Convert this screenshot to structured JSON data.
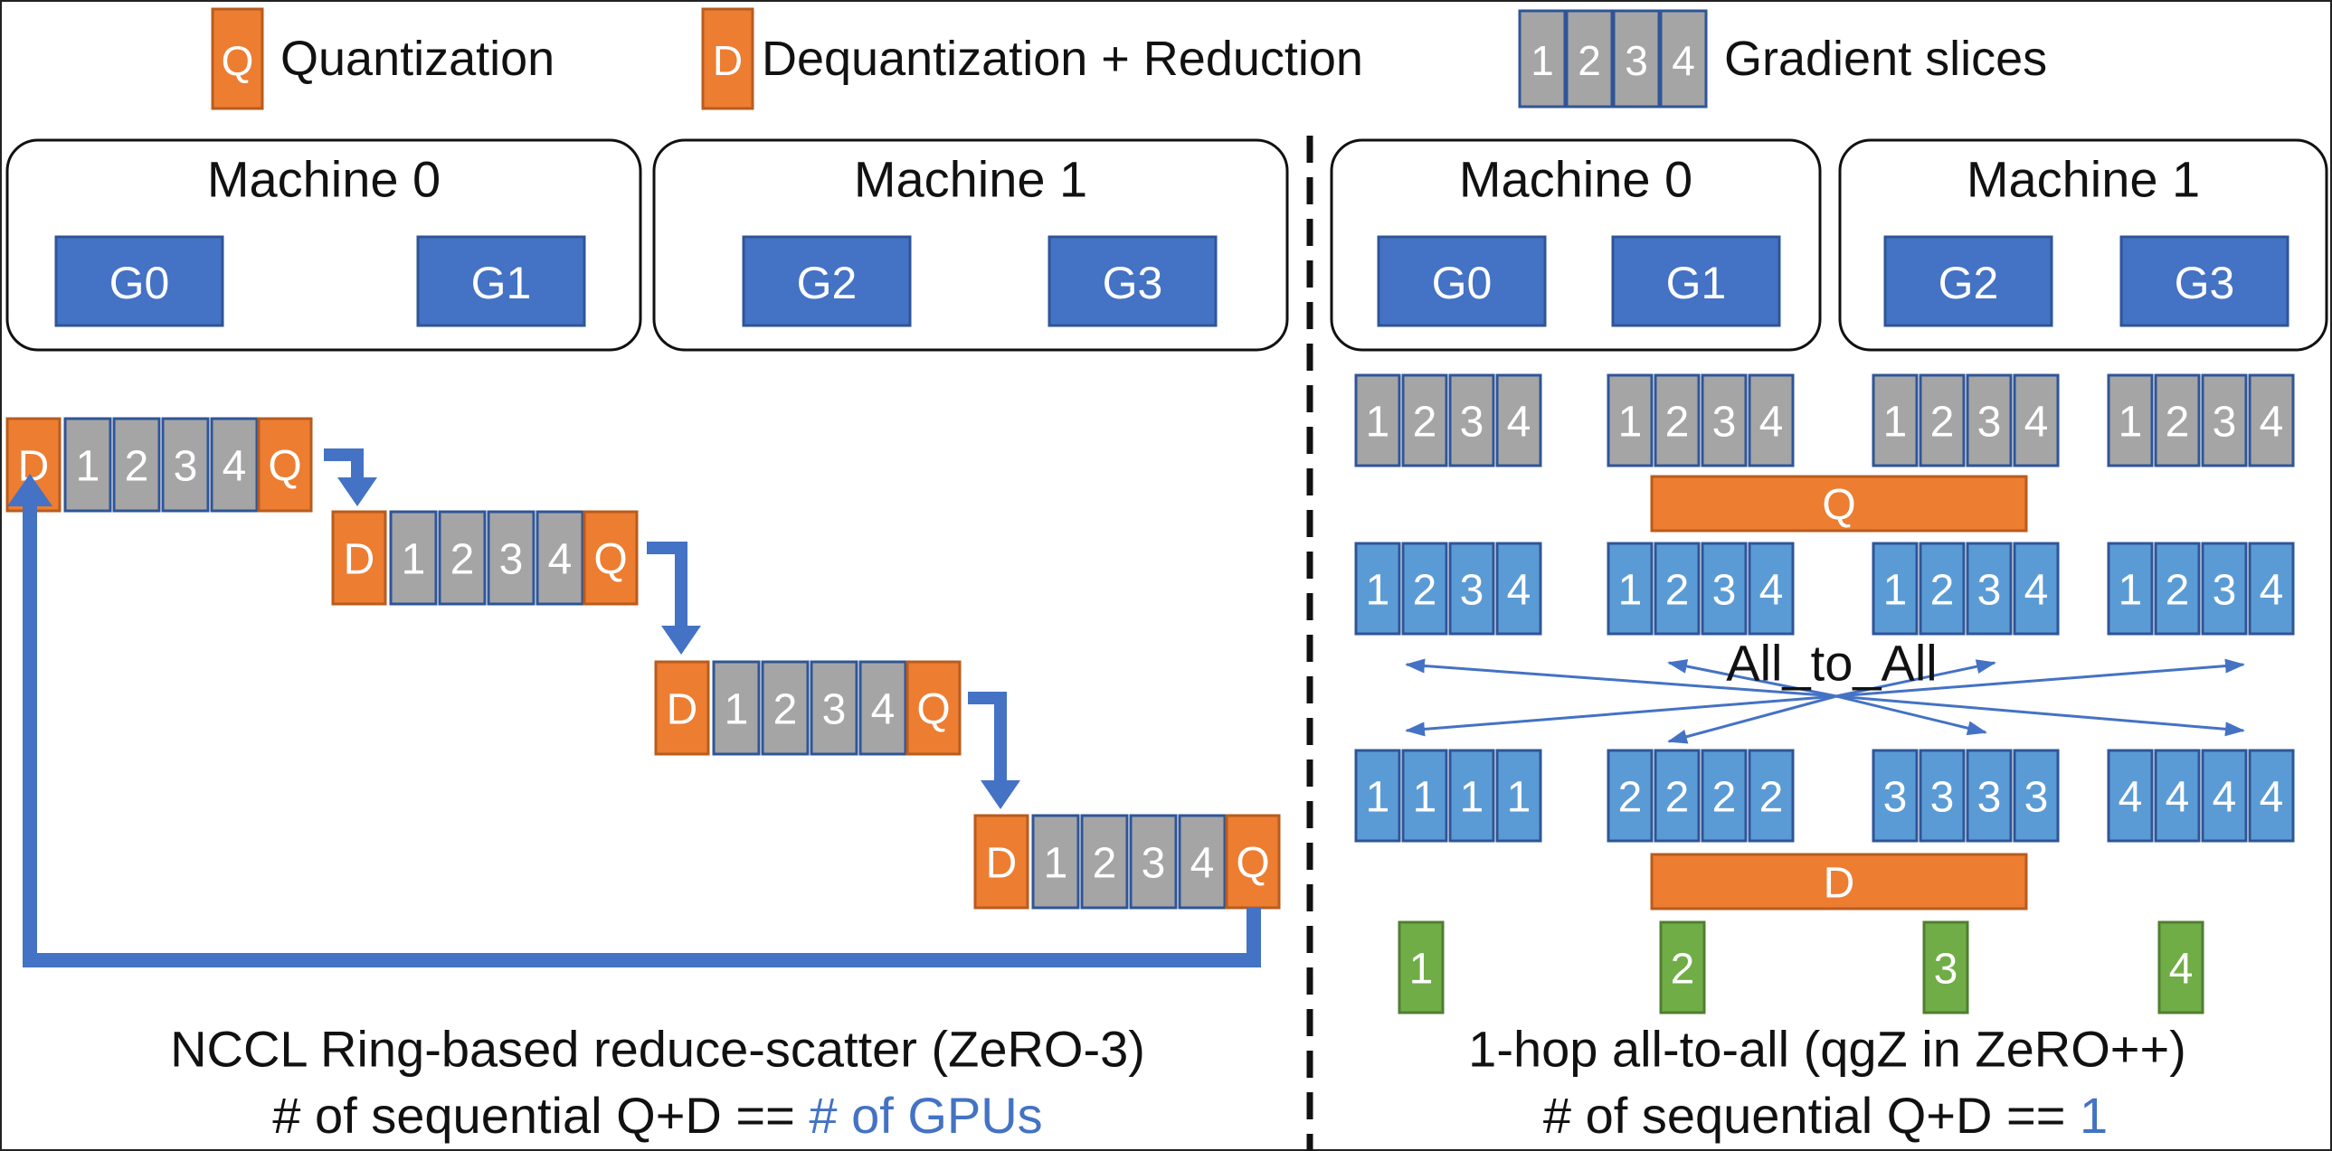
{
  "legend": {
    "q_glyph": "Q",
    "q_label": "Quantization",
    "d_glyph": "D",
    "d_label": "Dequantization + Reduction",
    "slice_glyphs": [
      "1",
      "2",
      "3",
      "4"
    ],
    "slices_label": "Gradient slices"
  },
  "left": {
    "machines": [
      {
        "title": "Machine 0",
        "gpus": [
          "G0",
          "G1"
        ]
      },
      {
        "title": "Machine 1",
        "gpus": [
          "G2",
          "G3"
        ]
      }
    ],
    "ring_steps": [
      {
        "d": "D",
        "slices": [
          "1",
          "2",
          "3",
          "4"
        ],
        "q": "Q"
      },
      {
        "d": "D",
        "slices": [
          "1",
          "2",
          "3",
          "4"
        ],
        "q": "Q"
      },
      {
        "d": "D",
        "slices": [
          "1",
          "2",
          "3",
          "4"
        ],
        "q": "Q"
      },
      {
        "d": "D",
        "slices": [
          "1",
          "2",
          "3",
          "4"
        ],
        "q": "Q"
      }
    ],
    "caption_line1": "NCCL Ring-based reduce-scatter (ZeRO-3)",
    "caption_line2_prefix": "# of sequential Q+D == ",
    "caption_line2_highlight": "# of GPUs"
  },
  "right": {
    "machines": [
      {
        "title": "Machine 0",
        "gpus": [
          "G0",
          "G1"
        ]
      },
      {
        "title": "Machine 1",
        "gpus": [
          "G2",
          "G3"
        ]
      }
    ],
    "gray_groups": [
      [
        "1",
        "2",
        "3",
        "4"
      ],
      [
        "1",
        "2",
        "3",
        "4"
      ],
      [
        "1",
        "2",
        "3",
        "4"
      ],
      [
        "1",
        "2",
        "3",
        "4"
      ]
    ],
    "q_bar_label": "Q",
    "blue_groups": [
      [
        "1",
        "2",
        "3",
        "4"
      ],
      [
        "1",
        "2",
        "3",
        "4"
      ],
      [
        "1",
        "2",
        "3",
        "4"
      ],
      [
        "1",
        "2",
        "3",
        "4"
      ]
    ],
    "all_to_all_label": "All_to_All",
    "exchanged_groups": [
      [
        "1",
        "1",
        "1",
        "1"
      ],
      [
        "2",
        "2",
        "2",
        "2"
      ],
      [
        "3",
        "3",
        "3",
        "3"
      ],
      [
        "4",
        "4",
        "4",
        "4"
      ]
    ],
    "d_bar_label": "D",
    "results": [
      "1",
      "2",
      "3",
      "4"
    ],
    "caption_line1": "1-hop all-to-all (qgZ in ZeRO++)",
    "caption_line2_prefix": "# of sequential Q+D == ",
    "caption_line2_highlight": "1"
  },
  "colors": {
    "orange": "#ED7D31",
    "orange_border": "#B85C1E",
    "gray": "#A5A5A5",
    "slice_border": "#2F5597",
    "gpu_blue": "#4472C4",
    "light_blue": "#5B9BD5",
    "green": "#70AD47",
    "arrow_blue": "#4472C4",
    "highlight": "#4472C4"
  }
}
